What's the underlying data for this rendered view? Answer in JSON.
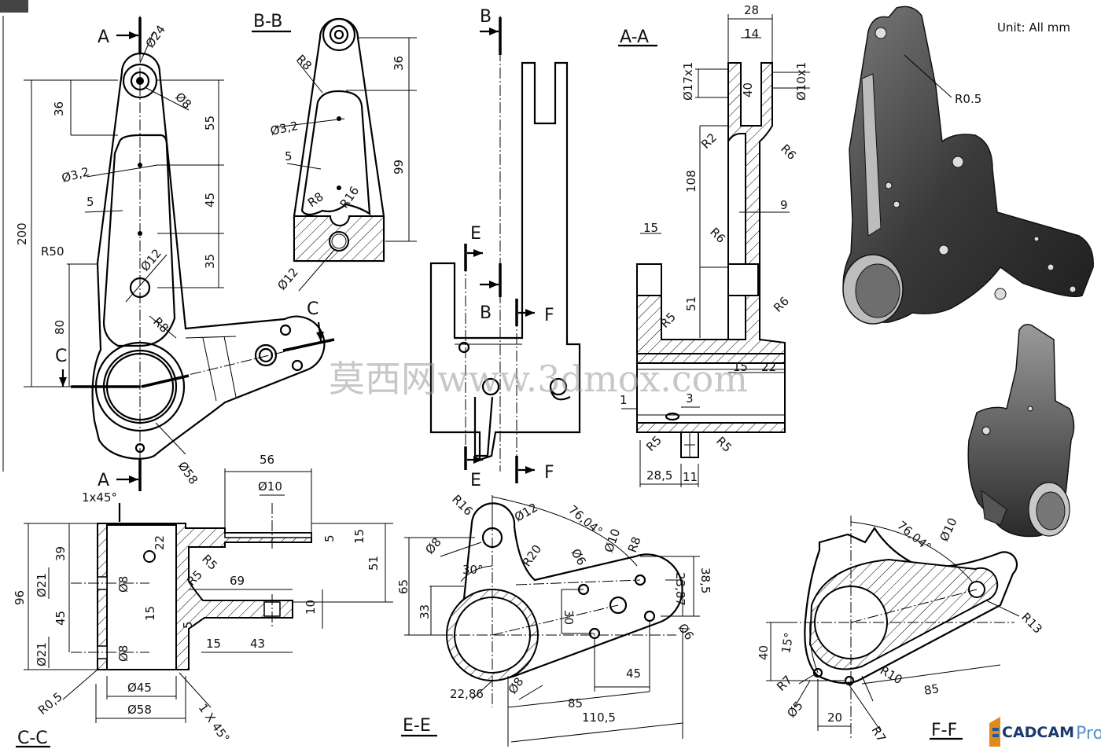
{
  "unit_note": "Unit: All mm",
  "watermark": "莫西网www.3dmox.com",
  "logo": {
    "text": "CADCAM",
    "suffix": "Pro"
  },
  "sections": {
    "bb": "B-B",
    "aa": "A-A",
    "cc": "C-C",
    "ee": "E-E",
    "ff": "F-F"
  },
  "cut_labels": {
    "a_top": "A",
    "a_bottom": "A",
    "c_left": "C",
    "c_right": "C",
    "b_top": "B",
    "b_mid": "B",
    "e_top": "E",
    "e_bottom": "E",
    "f_top": "F",
    "f_bottom": "F"
  },
  "dims_main": {
    "d24": "Ø24",
    "d8": "Ø8",
    "d3_2": "Ø3,2",
    "d12": "Ø12",
    "d58": "Ø58",
    "r50": "R50",
    "r8": "R8",
    "h36": "36",
    "h55": "55",
    "h45": "45",
    "h35": "35",
    "h200": "200",
    "h80": "80",
    "w5": "5"
  },
  "dims_bb": {
    "r8a": "R8",
    "d3_2": "Ø3,2",
    "w5": "5",
    "r8b": "R8",
    "r16": "R16",
    "d12": "Ø12",
    "h36": "36",
    "h99": "99"
  },
  "dims_aa": {
    "w28": "28",
    "w14": "14",
    "d17": "Ø17x1",
    "h40": "40",
    "d10": "Ø10x1",
    "r2": "R2",
    "r6a": "R6",
    "h108": "108",
    "w9": "9",
    "r6b": "R6",
    "w15": "15",
    "r5a": "R5",
    "h51": "51",
    "r6c": "R6",
    "w15b": "15",
    "w22": "22",
    "w1": "1",
    "w3": "3",
    "r5b": "R5",
    "r5c": "R5",
    "w28_5": "28,5",
    "w11": "11"
  },
  "dims_cc": {
    "ch1": "1x45°",
    "w56": "56",
    "d10": "Ø10",
    "h22": "22",
    "h39": "39",
    "d21a": "Ø21",
    "d8a": "Ø8",
    "h96": "96",
    "h45": "45",
    "d21b": "Ø21",
    "d8b": "Ø8",
    "r5a": "R5",
    "r5b": "R5",
    "w69": "69",
    "h15a": "15",
    "w5": "5",
    "h5a": "5",
    "h15b": "15",
    "h51": "51",
    "h10": "10",
    "w15": "15",
    "w43": "43",
    "r0_5": "R0,5",
    "d45": "Ø45",
    "d58": "Ø58",
    "ch2": "1 X 45°"
  },
  "dims_ee": {
    "r16": "R16",
    "d12": "Ø12",
    "ang76": "76,04°",
    "d10": "Ø10",
    "d8a": "Ø8",
    "ang30": "30°",
    "r20": "R20",
    "d6a": "Ø6",
    "r8": "R8",
    "h65": "65",
    "h33": "33",
    "w30": "30",
    "w23_87": "23,87",
    "w38_5": "38,5",
    "d6b": "Ø6",
    "w45": "45",
    "w22_86": "22,86",
    "d8b": "Ø8",
    "w85": "85",
    "w110_5": "110,5"
  },
  "dims_ff": {
    "ang76": "76,04°",
    "d10": "Ø10",
    "r13": "R13",
    "h40": "40",
    "ang15": "15°",
    "r7a": "R7",
    "r10": "R10",
    "w85": "85",
    "d5": "Ø5",
    "w20": "20",
    "r7b": "R7"
  },
  "dims_iso": {
    "r0_5": "R0.5"
  }
}
